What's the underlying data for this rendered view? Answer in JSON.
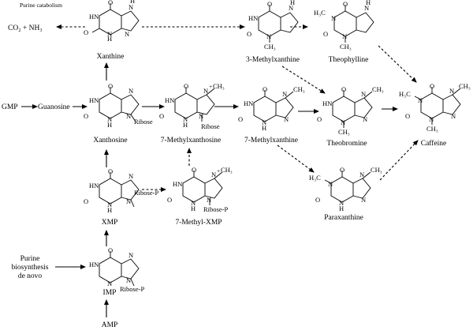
{
  "labels": {
    "purine_catabolism": "Purine catabolism",
    "co2_nh3": "CO₂ + NH₃",
    "xanthine": "Xanthine",
    "three_methylxanthine": "3-Methylxanthine",
    "theophylline": "Theophylline",
    "gmp": "GMP",
    "guanosine": "Guanosine",
    "xanthosine": "Xanthosine",
    "seven_methylxanthosine": "7-Methylxanthosine",
    "seven_methylxanthine": "7-Methylxanthine",
    "theobromine": "Theobromine",
    "caffeine": "Caffeine",
    "xmp": "XMP",
    "seven_methyl_xmp": "7-Methyl-XMP",
    "paraxanthine": "Paraxanthine",
    "purine_denovo_1": "Purine",
    "purine_denovo_2": "biosynthesis",
    "purine_denovo_3": "de novo",
    "imp": "IMP",
    "amp": "AMP"
  },
  "atoms": {
    "O": "O",
    "HN": "HN",
    "NH": "NH",
    "H": "H",
    "N": "N",
    "CH3": "CH₃",
    "H3C": "H₃C",
    "ribose": "Ribose",
    "ribose_p": "Ribose-P",
    "plus": "+"
  }
}
